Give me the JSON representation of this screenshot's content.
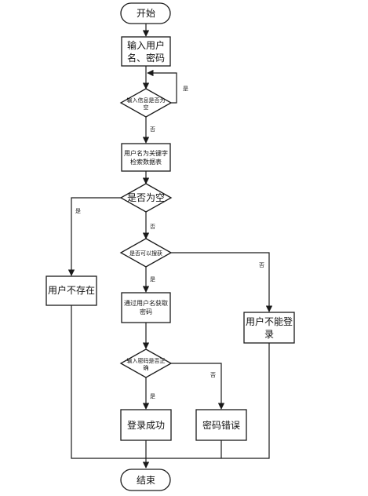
{
  "nodes": {
    "start": {
      "text": "开始"
    },
    "input_cred": {
      "line1": "输入用户",
      "line2": "名、密码"
    },
    "check_input_empty": {
      "line1": "输入信息是否为",
      "line2": "空"
    },
    "search_db": {
      "line1": "用户名为关键字",
      "line2": "检索数据表"
    },
    "is_empty": {
      "text": "是否为空"
    },
    "is_found": {
      "text": "是否可以搜获"
    },
    "get_password": {
      "line1": "通过用户名获取",
      "line2": "密码"
    },
    "user_not_exist": {
      "text": "用户不存在"
    },
    "user_cannot_login": {
      "line1": "用户不能登",
      "line2": "录"
    },
    "check_password": {
      "line1": "输入密码是否正",
      "line2": "确"
    },
    "login_success": {
      "text": "登录成功"
    },
    "password_error": {
      "text": "密码错误"
    },
    "end": {
      "text": "结束"
    }
  },
  "edge_labels": {
    "input_empty_yes": "是",
    "input_empty_no": "否",
    "is_empty_yes": "是",
    "is_empty_no": "否",
    "found_yes": "是",
    "found_no": "否",
    "password_yes": "是",
    "password_no": "否"
  }
}
